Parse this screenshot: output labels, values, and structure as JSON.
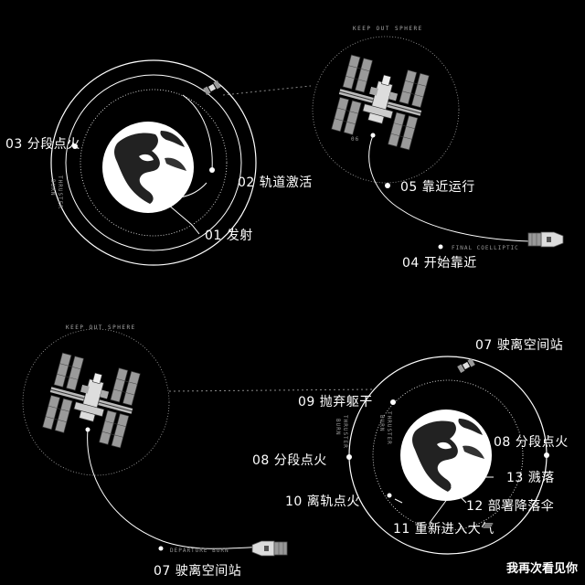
{
  "stages": {
    "s01": "01 发射",
    "s02": "02 轨道激活",
    "s03": "03 分段点火",
    "s04": "04 开始靠近",
    "s05": "05 靠近运行",
    "s06": "06",
    "s07a": "07 驶离空间站",
    "s07b": "07 驶离空间站",
    "s08a": "08 分段点火",
    "s08b": "08 分段点火",
    "s09": "09 抛弃躯干",
    "s10": "10 离轨点火",
    "s11": "11 重新进入大气",
    "s12": "12 部署降落伞",
    "s13": "13 溅落"
  },
  "small_labels": {
    "keep_out_top": "KEEP OUT SPHERE",
    "keep_out_bottom": "KEEP OUT SPHERE",
    "final_coelliptic": "FINAL COELLIPTIC",
    "departure_burn": "DEPARTURE BURN",
    "thruster_1": "THRUSTER",
    "burn_1": "BURN",
    "thruster_2": "THRUSTER",
    "burn_2": "BURN",
    "thruster_3": "THRUSTER",
    "burn_3": "BURN"
  },
  "watermark": "我再次看见你",
  "colors": {
    "background": "#000000",
    "line": "#ffffff",
    "dim": "#8a8a8a"
  }
}
